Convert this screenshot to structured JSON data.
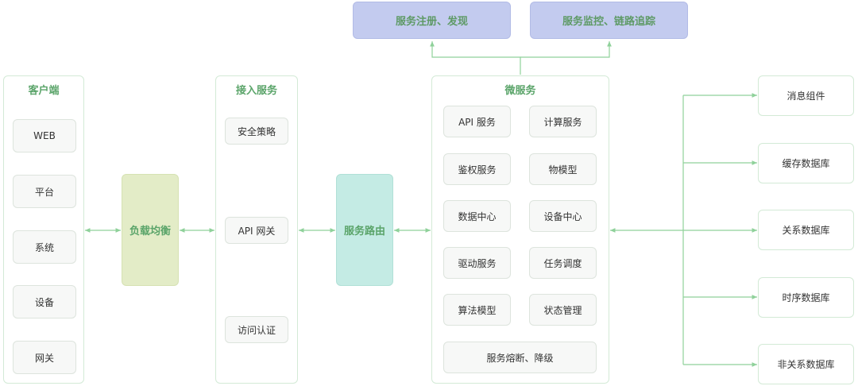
{
  "top": {
    "registry": "服务注册、发现",
    "monitor": "服务监控、链路追踪"
  },
  "client": {
    "title": "客户端",
    "items": [
      "WEB",
      "平台",
      "系统",
      "设备",
      "网关"
    ]
  },
  "load_balance": "负载均衡",
  "access": {
    "title": "接入服务",
    "security": "安全策略",
    "gateway": "API 网关",
    "auth": "访问认证"
  },
  "routing": "服务路由",
  "micro": {
    "title": "微服务",
    "items": [
      "API 服务",
      "计算服务",
      "鉴权服务",
      "物模型",
      "数据中心",
      "设备中心",
      "驱动服务",
      "任务调度",
      "算法模型",
      "状态管理"
    ],
    "circuit": "服务熔断、降级"
  },
  "storage": [
    "消息组件",
    "缓存数据库",
    "关系数据库",
    "时序数据库",
    "非关系数据库"
  ],
  "colors": {
    "line": "#8fd19a",
    "panel_title": "#5aa469",
    "top_box": "#c3cbef",
    "load_balance": "#e3ecc7",
    "routing": "#c4ebe4"
  }
}
